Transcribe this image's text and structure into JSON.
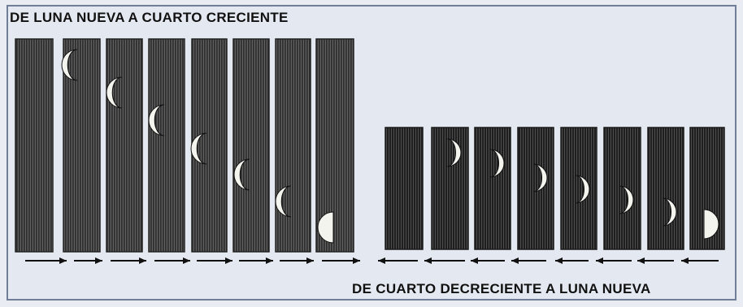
{
  "title_top": "DE LUNA NUEVA A CUARTO CRECIENTE",
  "title_bottom": "DE CUARTO DECRECIENTE A LUNA NUEVA",
  "colors": {
    "background": "#e4e8f0",
    "panel": "#3a3a3a",
    "moon": "#f4f4ef",
    "arrow": "#111111",
    "frame": "#6f7f98"
  },
  "waxing_sequence": {
    "panels": 8,
    "arrow_direction": "right",
    "moon_shapes": [
      "none",
      "crescent-left",
      "crescent-left",
      "crescent-left",
      "crescent-left",
      "crescent-left",
      "crescent-left",
      "half-left"
    ]
  },
  "waning_sequence": {
    "panels": 8,
    "arrow_direction": "left",
    "moon_shapes": [
      "none",
      "crescent-right",
      "crescent-right",
      "crescent-right",
      "crescent-right",
      "crescent-right",
      "crescent-right",
      "half-right"
    ]
  }
}
